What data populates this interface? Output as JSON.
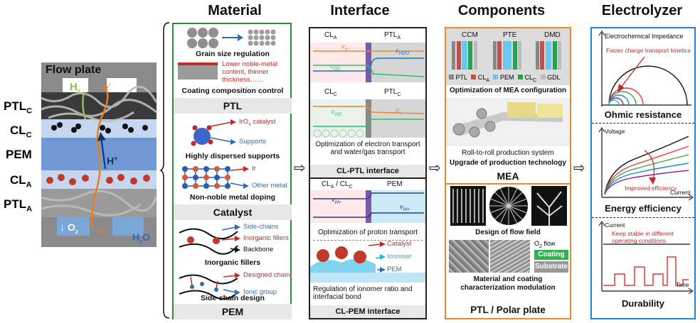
{
  "headers": {
    "material": "Material",
    "interface": "Interface",
    "components": "Components",
    "electrolyzer": "Electrolyzer"
  },
  "stack": {
    "flow_plate": "Flow plate",
    "layers": {
      "ptl_c": "PTL",
      "ptl_c_sub": "C",
      "cl_c": "CL",
      "cl_c_sub": "C",
      "pem": "PEM",
      "cl_a": "CL",
      "cl_a_sub": "A",
      "ptl_a": "PTL",
      "ptl_a_sub": "A"
    },
    "species": {
      "h2": "H",
      "h2_sub": "2",
      "e_top": "e",
      "e_top_sup": "-",
      "h_plus": "H",
      "h_plus_sup": "+",
      "o2": "O",
      "o2_sub": "2",
      "e_bottom": "e",
      "e_bottom_sup": "-",
      "h2o": "H",
      "h2o_sub": "2",
      "h2o_tail": "O"
    }
  },
  "material": {
    "grain_size": "Grain size regulation",
    "coating_note": "Lower noble-metal content, thinner thickness……",
    "coating_control": "Coating composition control",
    "ptl_title": "PTL",
    "iro": "IrO",
    "iro_sub": "x",
    "iro_tail": " catalyst",
    "supports": "Supports",
    "dispersed": "Highly dispersed supports",
    "ir": "Ir",
    "other_metal": "Other metal",
    "doping": "Non-noble metal doping",
    "catalyst_title": "Catalyst",
    "side_chains": "Side-chains",
    "inorganic_fillers_lbl": "Inorganic fillers",
    "backbone": "Backbone",
    "inorganic_fillers": "Inorganic fillers",
    "designed_chain": "Designed chain",
    "ionic_group": "Ionic group",
    "side_chain_design": "Side-chain design",
    "pem_title": "PEM"
  },
  "interface": {
    "cla": "CL",
    "cla_sub": "A",
    "ptla": "PTL",
    "ptla_sub": "A",
    "ve": "v",
    "ve_sub": "e-",
    "ch2o": "c",
    "ch2o_sub": "H2O",
    "co2": "c",
    "co2_sub": "O2",
    "clc": "CL",
    "clc_sub": "C",
    "ptlc": "PTL",
    "ptlc_sub": "C",
    "ch2": "c",
    "ch2_sub": "H2",
    "ve2": "v",
    "ve2_sub": "e-",
    "opt_electron": "Optimization of electron transport and water/gas transport",
    "cl_ptl": "CL-PTL interface",
    "cla_clc": "CL",
    "cla_clc_sub1": "A",
    "cla_clc_mid": " / CL",
    "cla_clc_sub2": "C",
    "pem": "PEM",
    "vh": "v",
    "vh_sub": "H+",
    "vh2": "v",
    "vh2_sub": "H+",
    "opt_proton": "Optimization of proton transport",
    "catalyst": "Catalyst",
    "ionomer": "Ionomer",
    "pem_lbl": "PEM",
    "regulation": "Regulation of ionomer ratio and interfacial bond",
    "cl_pem": "CL-PEM interface"
  },
  "components": {
    "ccm": "CCM",
    "pte": "PTE",
    "dmd": "DMD",
    "leg_ptl": "PTL",
    "leg_cla": "CL",
    "leg_cla_sub": "A",
    "leg_pem": "PEM",
    "leg_clc": "CL",
    "leg_clc_sub": "C",
    "leg_gdl": "GDL",
    "opt_mea": "Optimization of MEA configuration",
    "roll": "Roll-to-roll production system",
    "upgrade": "Upgrade of production technology",
    "mea_title": "MEA",
    "flow_field": "Design of flow field",
    "o2flow": "O",
    "o2flow_sub": "2",
    "o2flow_tail": " flow",
    "coating": "Coating",
    "substrate": "Substrate",
    "char": "Material and coating characterization modulation",
    "ptl_polar": "PTL / Polar plate"
  },
  "electrolyzer": {
    "eis": "Electrochemical Impedance",
    "faster": "Faster charge transport kinetics",
    "ohmic": "Ohmic resistance",
    "voltage": "Voltage",
    "improved": "Improved efficiency",
    "current": "Current",
    "energy": "Energy efficiency",
    "current2": "Current",
    "stable": "Keep stable in different operating conditions",
    "time": "Time",
    "durability": "Durability"
  },
  "colors": {
    "material_border": "#2e8b3a",
    "components_border": "#e8892b",
    "electrolyzer_border": "#2a7fd0",
    "red": "#c62828",
    "blue": "#2e6db4"
  }
}
